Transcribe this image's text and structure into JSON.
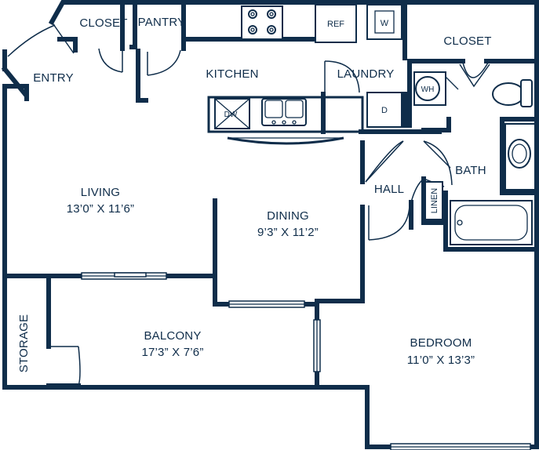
{
  "rooms": {
    "closet_entry": "CLOSET",
    "pantry": "PANTRY",
    "entry": "ENTRY",
    "kitchen": "KITCHEN",
    "laundry": "LAUNDRY",
    "closet_bedroom": "CLOSET",
    "living": {
      "name": "LIVING",
      "dims": "13’0” X 11’6”"
    },
    "dining": {
      "name": "DINING",
      "dims": "9’3” X 11’2”"
    },
    "hall": "HALL",
    "bath": "BATH",
    "linen": "LINEN",
    "balcony": {
      "name": "BALCONY",
      "dims": "17’3” X 7’6”"
    },
    "storage": "STORAGE",
    "bedroom": {
      "name": "BEDROOM",
      "dims": "11’0” X 13’3”"
    }
  },
  "fixtures": {
    "refrigerator": "REF",
    "washer": "W",
    "dryer": "D",
    "dishwasher": "DW",
    "water_heater": "WH"
  },
  "colors": {
    "line": "#0f2d4a",
    "background": "#ffffff"
  }
}
